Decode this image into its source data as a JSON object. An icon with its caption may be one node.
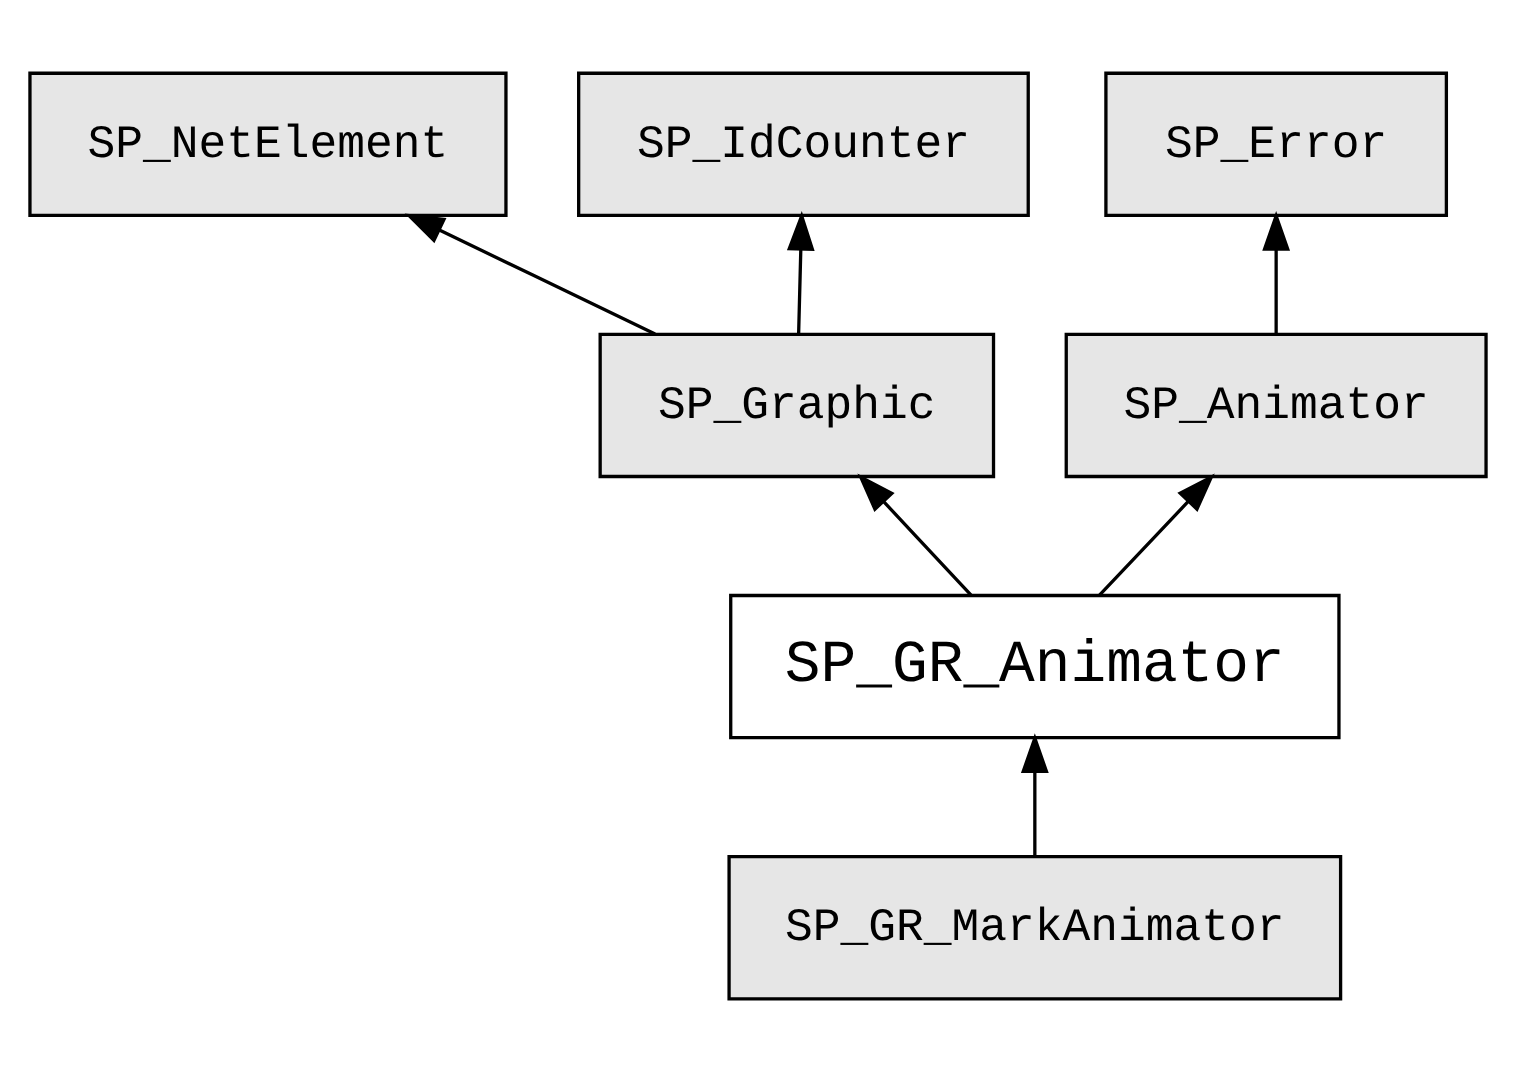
{
  "diagram": {
    "nodes": [
      {
        "text": [
          "SP_NetElement"
        ]
      },
      {
        "text": [
          "SP_IdCounter"
        ]
      },
      {
        "text": [
          "SP_Error"
        ]
      },
      {
        "text": [
          "SP_Graphic"
        ]
      },
      {
        "text": [
          "SP_Animator"
        ]
      },
      {
        "text": [
          "SP_GR_Animator"
        ]
      },
      {
        "text": [
          "SP_GR_MarkAnimator"
        ]
      }
    ],
    "edges": [
      {
        "from": 3,
        "to": 0,
        "arrow": "to"
      },
      {
        "from": 3,
        "to": 1,
        "arrow": "to"
      },
      {
        "from": 4,
        "to": 2,
        "arrow": "to"
      },
      {
        "from": 5,
        "to": 3,
        "arrow": "to"
      },
      {
        "from": 5,
        "to": 4,
        "arrow": "to"
      },
      {
        "from": 6,
        "to": 5,
        "arrow": "to"
      }
    ]
  }
}
